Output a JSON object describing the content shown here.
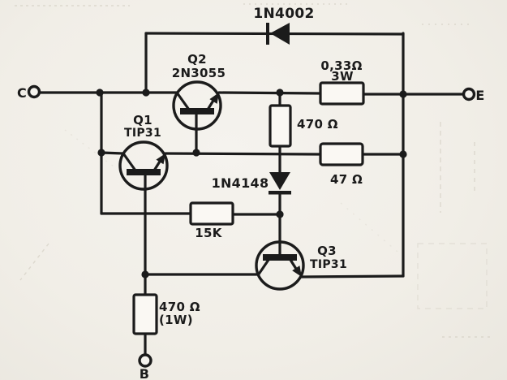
{
  "schematic": {
    "terminals": {
      "collector": "C",
      "emitter": "E",
      "base": "B"
    },
    "diodes": {
      "d1": "1N4002",
      "d2": "1N4148"
    },
    "transistors": {
      "q1": {
        "ref": "Q1",
        "part": "TIP31"
      },
      "q2": {
        "ref": "Q2",
        "part": "2N3055"
      },
      "q3": {
        "ref": "Q3",
        "part": "TIP31"
      }
    },
    "resistors": {
      "r_sense": {
        "value": "0,33Ω",
        "power": "3W"
      },
      "r_470": {
        "value": "470 Ω"
      },
      "r_47": {
        "value": "47 Ω"
      },
      "r_15k": {
        "value": "15K"
      },
      "r_470_1w": {
        "value": "470 Ω",
        "power": "(1W)"
      }
    },
    "colors": {
      "ink": "#1b1b1b",
      "paper": "#f1eee7"
    }
  }
}
